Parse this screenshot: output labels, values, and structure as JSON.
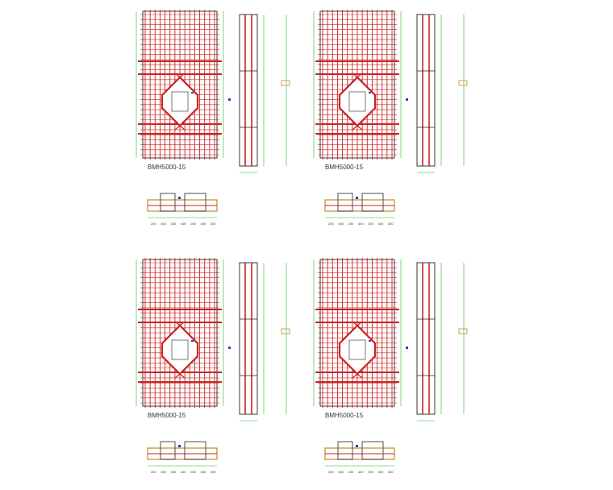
{
  "panels": [
    {
      "id": "p1",
      "title": "BMH5000-15",
      "dims": [
        "200",
        "400",
        "200",
        "400",
        "200",
        "400",
        "200"
      ]
    },
    {
      "id": "p2",
      "title": "BMH5000-15",
      "dims": [
        "200",
        "400",
        "200",
        "400",
        "200",
        "400",
        "200"
      ]
    },
    {
      "id": "p3",
      "title": "BMH5000-15",
      "dims": [
        "200",
        "400",
        "200",
        "400",
        "200",
        "400",
        "200"
      ]
    },
    {
      "id": "p4",
      "title": "BMH5000-15",
      "dims": [
        "200",
        "400",
        "200",
        "400",
        "200",
        "400",
        "200"
      ]
    }
  ],
  "colors": {
    "rebar": "#cc2222",
    "outline": "#22bb22",
    "edge": "#222222",
    "note": "#2244cc",
    "section": "#c28a2a"
  }
}
